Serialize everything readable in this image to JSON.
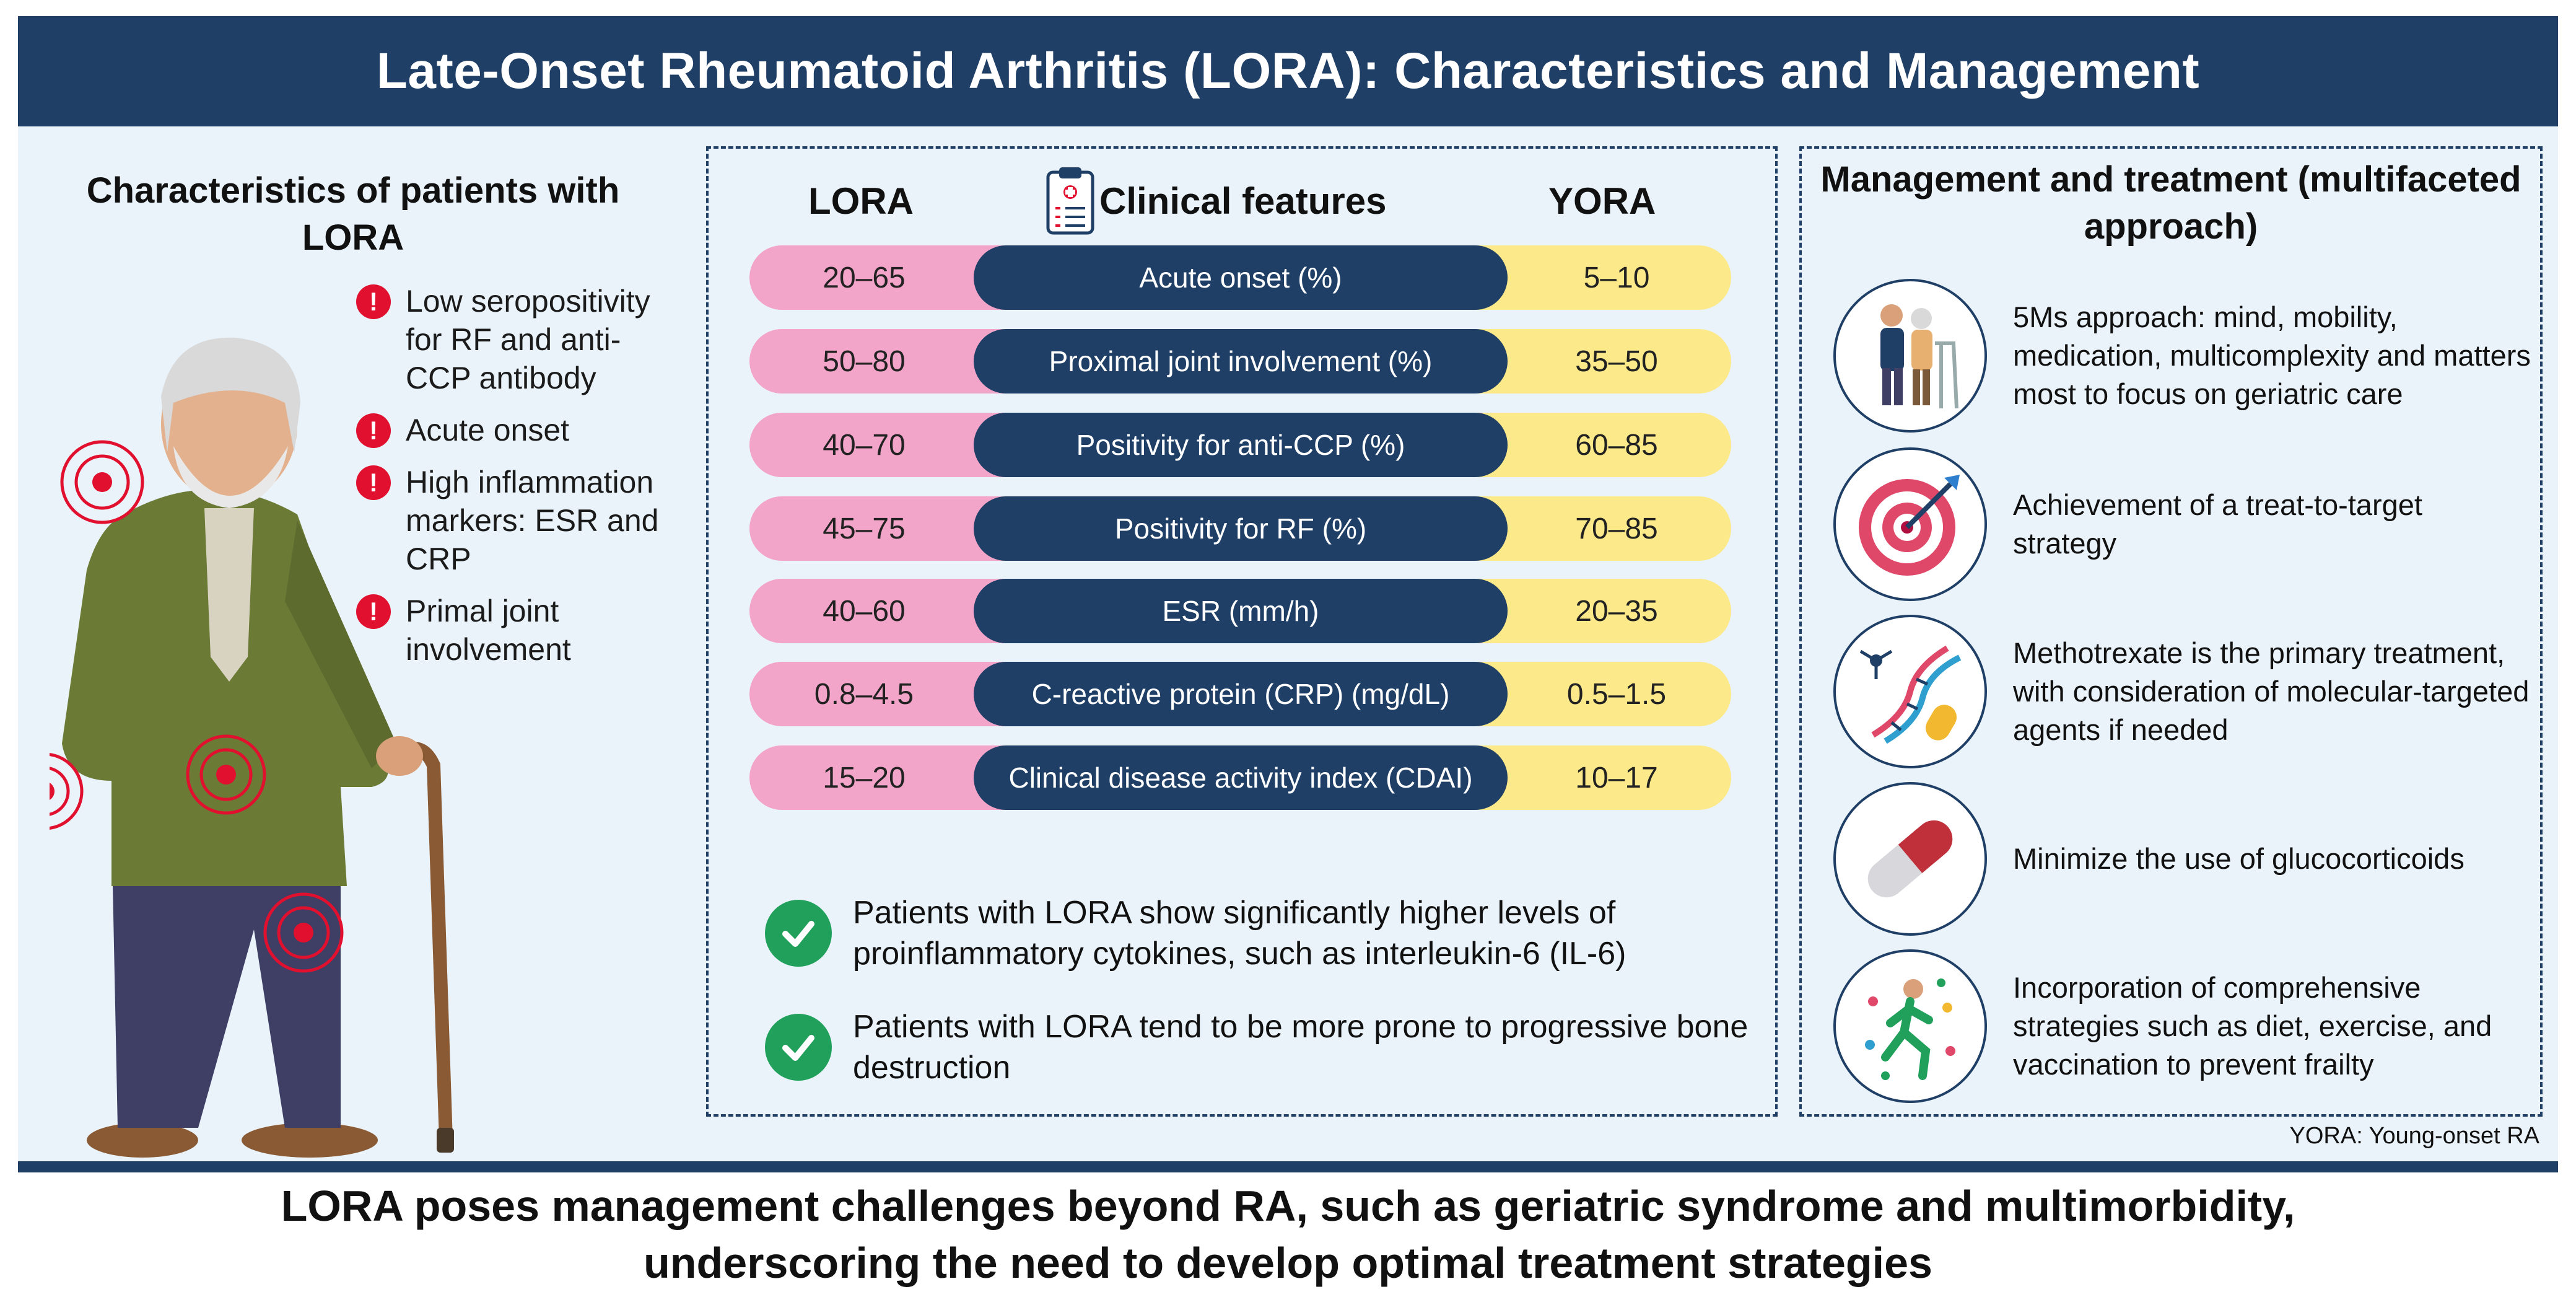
{
  "header": {
    "title": "Late-Onset Rheumatoid Arthritis (LORA): Characteristics and Management"
  },
  "left": {
    "title": "Characteristics of patients with LORA",
    "items": [
      {
        "text": "Low seropositivity for RF and anti-CCP antibody"
      },
      {
        "text": "Acute onset"
      },
      {
        "text": "High inflammation markers: ESR and CRP"
      },
      {
        "text": "Primal joint involvement"
      }
    ],
    "figure_icon": "elderly-man-with-cane-icon"
  },
  "center": {
    "col_lora": "LORA",
    "col_features": "Clinical features",
    "col_yora": "YORA",
    "rows": [
      {
        "lora": "20–65",
        "feature": "Acute onset (%)",
        "yora": "5–10"
      },
      {
        "lora": "50–80",
        "feature": "Proximal joint involvement (%)",
        "yora": "35–50"
      },
      {
        "lora": "40–70",
        "feature": "Positivity for anti-CCP (%)",
        "yora": "60–85"
      },
      {
        "lora": "45–75",
        "feature": "Positivity for RF (%)",
        "yora": "70–85"
      },
      {
        "lora": "40–60",
        "feature": "ESR (mm/h)",
        "yora": "20–35"
      },
      {
        "lora": "0.8–4.5",
        "feature": "C-reactive protein (CRP) (mg/dL)",
        "yora": "0.5–1.5"
      },
      {
        "lora": "15–20",
        "feature": "Clinical disease activity index (CDAI)",
        "yora": "10–17"
      }
    ],
    "checks": [
      {
        "text": "Patients with LORA show significantly higher levels of proinflammatory cytokines, such as interleukin-6 (IL-6)"
      },
      {
        "text": "Patients with LORA tend to be more prone to progressive bone destruction"
      }
    ]
  },
  "right": {
    "title": "Management and treatment (multifaceted approach)",
    "items": [
      {
        "icon": "caregiver-walker-icon",
        "text": "5Ms approach: mind, mobility, medication, multicomplexity and matters most to focus on geriatric care"
      },
      {
        "icon": "target-dart-icon",
        "text": "Achievement of a treat-to-target strategy"
      },
      {
        "icon": "dna-molecule-icon",
        "text": "Methotrexate is the primary treatment, with consideration of molecular-targeted agents if needed"
      },
      {
        "icon": "capsule-pill-icon",
        "text": "Minimize the use of glucocorticoids"
      },
      {
        "icon": "runner-healthy-lifestyle-icon",
        "text": "Incorporation of comprehensive strategies such as diet, exercise, and vaccination to prevent frailty"
      }
    ],
    "note": "YORA: Young-onset RA"
  },
  "footer": {
    "line1": "LORA poses management challenges beyond RA, such as geriatric syndrome and multimorbidity,",
    "line2": "underscoring the need to develop optimal treatment strategies"
  },
  "colors": {
    "navy": "#1f3f66",
    "pink": "#f2a5c8",
    "yellow": "#fce98a",
    "red_marker": "#e0102e",
    "green_check": "#21a05b",
    "panel_bg": "#eaf3fa"
  }
}
